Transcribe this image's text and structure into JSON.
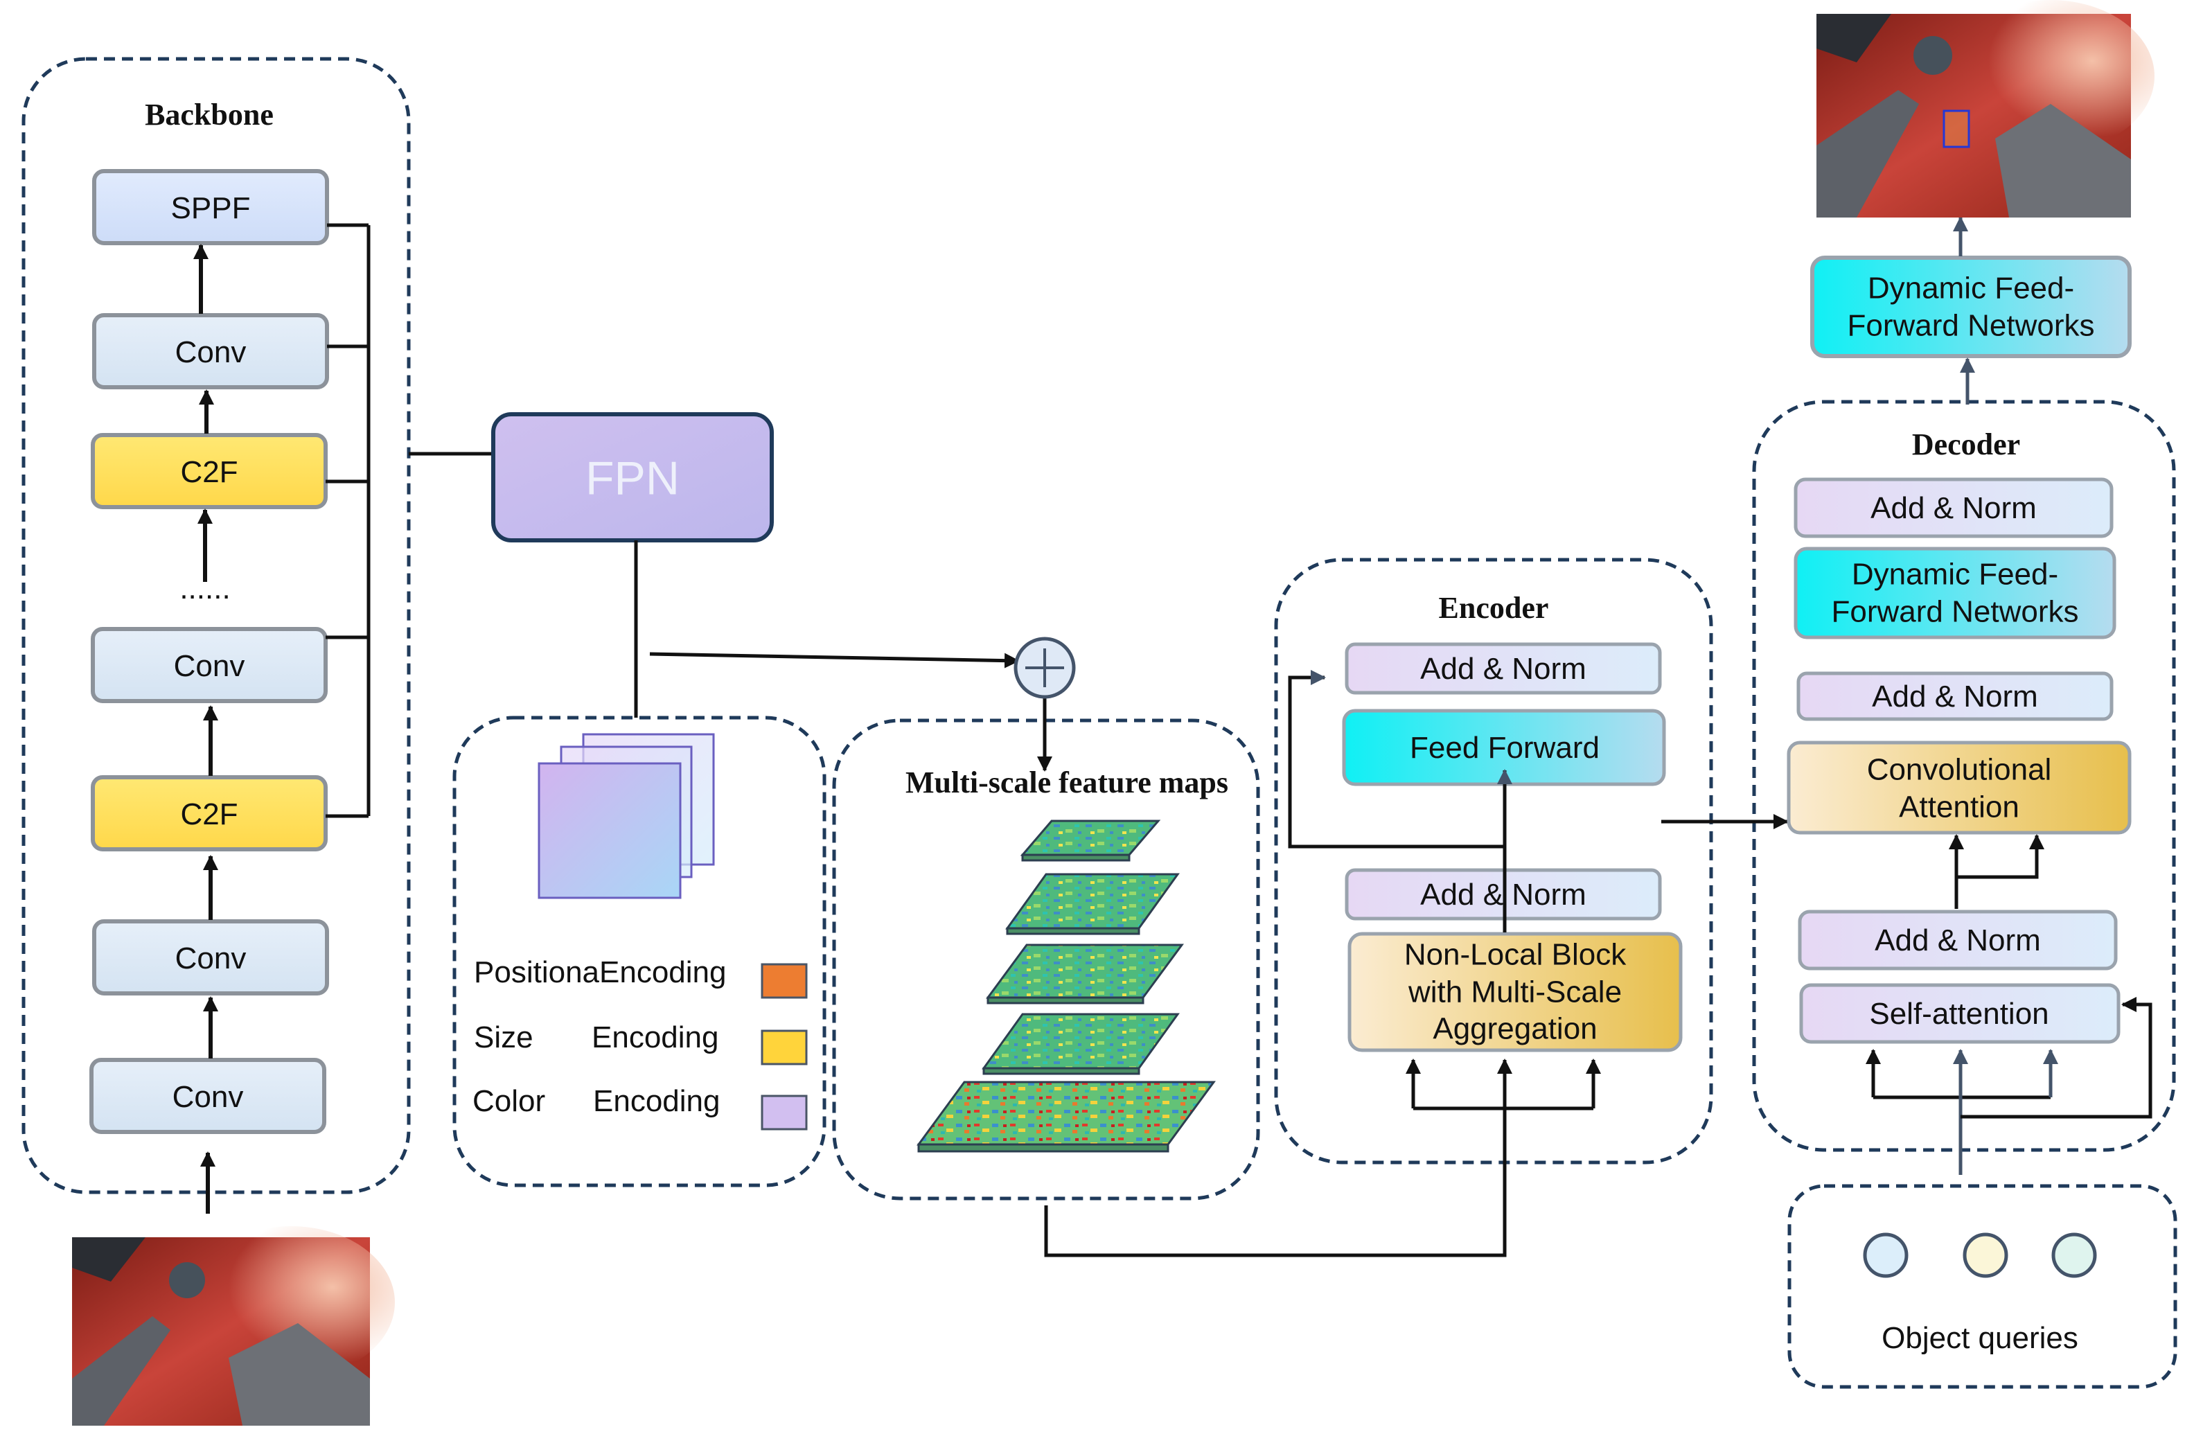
{
  "backbone": {
    "title": "Backbone",
    "blocks": [
      "SPPF",
      "Conv",
      "C2F",
      "Conv",
      "C2F",
      "Conv",
      "Conv"
    ],
    "ellipsis": "......"
  },
  "fpn": {
    "label": "FPN"
  },
  "encodings": [
    {
      "name": "PositionaEncoding",
      "suffix": "",
      "color": "#ed7d31"
    },
    {
      "name": "Size",
      "suffix": "Encoding",
      "color": "#ffd43b"
    },
    {
      "name": "Color",
      "suffix": "Encoding",
      "color": "#d2bff0"
    }
  ],
  "multiscale": {
    "title": "Multi-scale feature maps"
  },
  "encoder": {
    "title": "Encoder",
    "add_norm_top": "Add & Norm",
    "feed_forward": "Feed Forward",
    "add_norm_bottom": "Add & Norm",
    "nonlocal": "Non-Local Block with Multi-Scale Aggregation"
  },
  "decoder": {
    "title": "Decoder",
    "add_norm_1": "Add & Norm",
    "dffn": "Dynamic Feed-Forward Networks",
    "add_norm_2": "Add & Norm",
    "conv_attention": "Convolutional Attention",
    "add_norm_3": "Add & Norm",
    "self_attention": "Self-attention"
  },
  "output_head": {
    "label": "Dynamic Feed-Forward Networks"
  },
  "queries": {
    "label": "Object queries",
    "colors": [
      "#dceefa",
      "#fbf6d8",
      "#dff4ee"
    ]
  },
  "colors": {
    "dashed_border": "#1f3a5a",
    "block_blue": "#dae8f6",
    "sppf_blue": "#d5e4fb",
    "c2f_yellow": "#ffe066",
    "fpn_purple": "#c4b8ee",
    "cyan": "#22e7f0",
    "add_norm": "#e8dff5",
    "gold": "#e8c25a"
  }
}
